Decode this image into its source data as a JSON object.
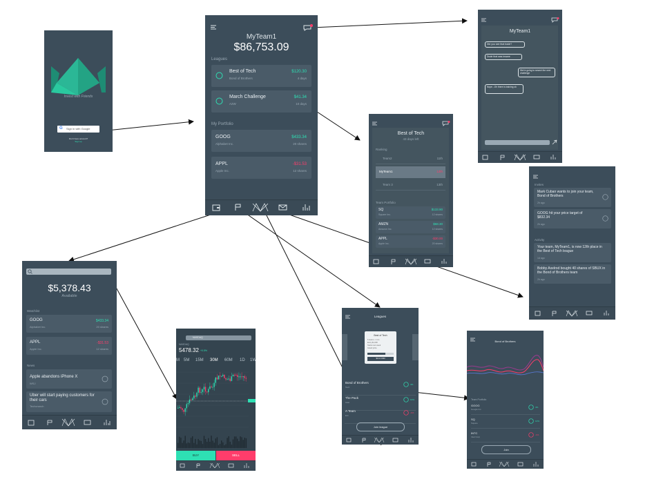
{
  "login": {
    "tagline": "Invest with Friends",
    "google_button": "Sign in with Google",
    "no_account": "Don't have account?",
    "signup": "Sign up"
  },
  "home": {
    "team": "MyTeam1",
    "balance": "$86,753.09",
    "leagues_heading": "Leagues",
    "leagues": [
      {
        "name": "Best of Tech",
        "sub": "Bond of Brothers",
        "value": "$120.30",
        "meta": "4 days"
      },
      {
        "name": "March Challenge",
        "sub": "A2W",
        "value": "$41.34",
        "meta": "10 days"
      }
    ],
    "portfolio_heading": "My Portfolio",
    "portfolio": [
      {
        "ticker": "GOOG",
        "company": "Alphabet Inc.",
        "value": "$433.34",
        "shares": "20 shares"
      },
      {
        "ticker": "APPL",
        "company": "Apple Inc.",
        "value": "-$31.53",
        "shares": "12 shares"
      }
    ]
  },
  "chat": {
    "title": "MyTeam1",
    "messages": [
      "Did you see that trade?",
      "Dude that was insane",
      "We're going to smash the next challenge",
      "Nope...Oh there is training ok"
    ]
  },
  "league": {
    "title": "Best of Tech",
    "subtitle": "43 days left",
    "ranking_heading": "Ranking",
    "ranking": [
      {
        "team": "Team2",
        "rank": "11th"
      },
      {
        "team": "MyTeam1",
        "rank": "12th"
      },
      {
        "team": "Team 3",
        "rank": "13th"
      }
    ],
    "portfolio_heading": "Team Portfolio",
    "portfolio": [
      {
        "ticker": "SQ",
        "company": "Square Inc.",
        "value": "$133.90",
        "shares": "12 shares"
      },
      {
        "ticker": "AMZN",
        "company": "Amazon Inc.",
        "value": "$68.30",
        "shares": "12 shares"
      },
      {
        "ticker": "APPL",
        "company": "Apple Inc.",
        "value": "-$30.00",
        "shares": "20 shares"
      }
    ]
  },
  "notifications": {
    "invites_heading": "Invites",
    "invites": [
      {
        "text": "Mark Cuban wants to join your team, Bond of Brothers",
        "time": "2h ago"
      },
      {
        "text": "GOOG hit your price target of $832.34",
        "time": "2h ago"
      }
    ],
    "activity_heading": "Activity",
    "activity": [
      {
        "text": "Your team, MyTeam1, is now 12th place in the Best of Tech league",
        "time": "1d ago"
      },
      {
        "text": "Bobby Axelrod bought 40 shares of SBUX in the Bond of Brothers team",
        "time": "2h ago"
      }
    ]
  },
  "wallet": {
    "amount": "$5,378.43",
    "label": "Available",
    "watchlist_heading": "Watchlist",
    "watchlist": [
      {
        "ticker": "GOOG",
        "company": "Alphabet Inc.",
        "value": "$433.34",
        "shares": "20 shares"
      },
      {
        "ticker": "APPL",
        "company": "Apple Inc.",
        "value": "-$31.53",
        "shares": "12 shares"
      }
    ],
    "news_heading": "News",
    "news": [
      {
        "text": "Apple abandons iPhone X",
        "source": "WSJ"
      },
      {
        "text": "Uber will start paying customers for their cars",
        "source": "Techcrunch"
      }
    ]
  },
  "stock": {
    "search": "NASDAQ",
    "exchange": "NASDAQ",
    "price": "5478.32",
    "change": "+0.5%",
    "intervals": [
      "M",
      "5M",
      "15M",
      "30M",
      "60M",
      "1D",
      "1W"
    ],
    "buy": "BUY",
    "sell": "SELL"
  },
  "leagues_list": {
    "title": "Leagues",
    "featured": {
      "name": "Best of Tech",
      "lines": [
        "6 teams • 1 mo",
        "Entry $1,000",
        "Starts next week",
        "Grand prize"
      ],
      "button": "$1.12 JOIN"
    },
    "items": [
      {
        "name": "Bond of Brothers",
        "sub": "Tech",
        "value": "4%",
        "status": "up"
      },
      {
        "name": "The Pack",
        "sub": "Auto",
        "value": "10%",
        "status": "up"
      },
      {
        "name": "A Team",
        "sub": "Ent",
        "value": "-1%",
        "status": "down"
      }
    ],
    "join_button": "Join league"
  },
  "team_detail": {
    "title": "Bond of Brothers",
    "portfolio_heading": "Team Portfolio",
    "items": [
      {
        "ticker": "GOOG",
        "company": "Google Inc.",
        "value": "4%",
        "status": "up"
      },
      {
        "ticker": "SQ",
        "company": "Square",
        "value": "10%",
        "status": "up"
      },
      {
        "ticker": "INTC",
        "company": "Intel Corp",
        "value": "-1%",
        "status": "down"
      }
    ],
    "join_button": "Join"
  },
  "colors": {
    "screen_bg": "#3c4d5a",
    "card_bg": "#4a5b68",
    "positive": "#2ee0b4",
    "negative": "#ff3d6b",
    "notification_dot": "#ff3d6b"
  }
}
